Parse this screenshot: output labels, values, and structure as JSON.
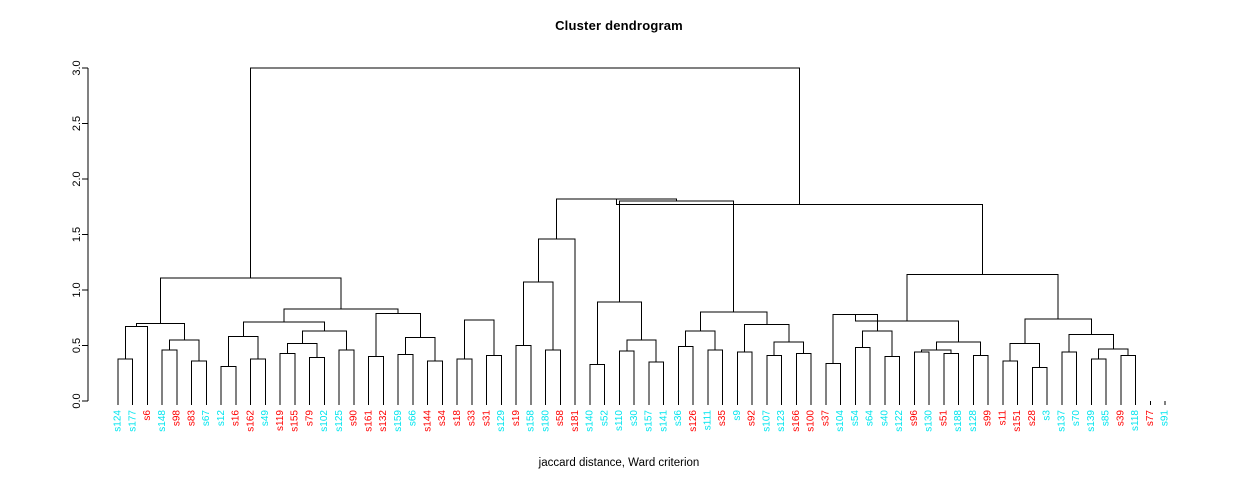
{
  "chart_data": {
    "type": "dendrogram",
    "title": "Cluster dendrogram",
    "xlabel": "jaccard distance, Ward criterion",
    "ylabel": "",
    "ylim": [
      0.0,
      3.0
    ],
    "yticks": [
      "0.0",
      "0.5",
      "1.0",
      "1.5",
      "2.0",
      "2.5",
      "3.0"
    ],
    "ytick_values": [
      0.0,
      0.5,
      1.0,
      1.5,
      2.0,
      2.5,
      3.0
    ],
    "grid": false,
    "legend": "none",
    "label_colors": {
      "group_a": "#00e5ee",
      "group_b": "#ff0000"
    },
    "leaves": [
      {
        "label": "s124",
        "color": "#00e5ee"
      },
      {
        "label": "s177",
        "color": "#00e5ee"
      },
      {
        "label": "s6",
        "color": "#ff0000"
      },
      {
        "label": "s148",
        "color": "#00e5ee"
      },
      {
        "label": "s98",
        "color": "#ff0000"
      },
      {
        "label": "s83",
        "color": "#ff0000"
      },
      {
        "label": "s67",
        "color": "#00e5ee"
      },
      {
        "label": "s12",
        "color": "#00e5ee"
      },
      {
        "label": "s16",
        "color": "#ff0000"
      },
      {
        "label": "s162",
        "color": "#ff0000"
      },
      {
        "label": "s49",
        "color": "#00e5ee"
      },
      {
        "label": "s119",
        "color": "#ff0000"
      },
      {
        "label": "s155",
        "color": "#ff0000"
      },
      {
        "label": "s79",
        "color": "#ff0000"
      },
      {
        "label": "s102",
        "color": "#00e5ee"
      },
      {
        "label": "s125",
        "color": "#00e5ee"
      },
      {
        "label": "s90",
        "color": "#ff0000"
      },
      {
        "label": "s161",
        "color": "#ff0000"
      },
      {
        "label": "s132",
        "color": "#ff0000"
      },
      {
        "label": "s159",
        "color": "#00e5ee"
      },
      {
        "label": "s66",
        "color": "#00e5ee"
      },
      {
        "label": "s144",
        "color": "#ff0000"
      },
      {
        "label": "s34",
        "color": "#ff0000"
      },
      {
        "label": "s18",
        "color": "#ff0000"
      },
      {
        "label": "s33",
        "color": "#ff0000"
      },
      {
        "label": "s31",
        "color": "#ff0000"
      },
      {
        "label": "s129",
        "color": "#00e5ee"
      },
      {
        "label": "s19",
        "color": "#ff0000"
      },
      {
        "label": "s158",
        "color": "#00e5ee"
      },
      {
        "label": "s180",
        "color": "#00e5ee"
      },
      {
        "label": "s58",
        "color": "#ff0000"
      },
      {
        "label": "s181",
        "color": "#ff0000"
      },
      {
        "label": "s140",
        "color": "#00e5ee"
      },
      {
        "label": "s52",
        "color": "#00e5ee"
      },
      {
        "label": "s110",
        "color": "#00e5ee"
      },
      {
        "label": "s30",
        "color": "#00e5ee"
      },
      {
        "label": "s157",
        "color": "#00e5ee"
      },
      {
        "label": "s141",
        "color": "#00e5ee"
      },
      {
        "label": "s36",
        "color": "#00e5ee"
      },
      {
        "label": "s126",
        "color": "#ff0000"
      },
      {
        "label": "s111",
        "color": "#00e5ee"
      },
      {
        "label": "s35",
        "color": "#ff0000"
      },
      {
        "label": "s9",
        "color": "#00e5ee"
      },
      {
        "label": "s92",
        "color": "#ff0000"
      },
      {
        "label": "s107",
        "color": "#00e5ee"
      },
      {
        "label": "s123",
        "color": "#00e5ee"
      },
      {
        "label": "s166",
        "color": "#ff0000"
      },
      {
        "label": "s100",
        "color": "#ff0000"
      },
      {
        "label": "s37",
        "color": "#ff0000"
      },
      {
        "label": "s104",
        "color": "#00e5ee"
      },
      {
        "label": "s54",
        "color": "#00e5ee"
      },
      {
        "label": "s64",
        "color": "#00e5ee"
      },
      {
        "label": "s40",
        "color": "#00e5ee"
      },
      {
        "label": "s122",
        "color": "#00e5ee"
      },
      {
        "label": "s96",
        "color": "#ff0000"
      },
      {
        "label": "s130",
        "color": "#00e5ee"
      },
      {
        "label": "s51",
        "color": "#ff0000"
      },
      {
        "label": "s188",
        "color": "#00e5ee"
      },
      {
        "label": "s128",
        "color": "#00e5ee"
      },
      {
        "label": "s99",
        "color": "#ff0000"
      },
      {
        "label": "s11",
        "color": "#ff0000"
      },
      {
        "label": "s151",
        "color": "#ff0000"
      },
      {
        "label": "s28",
        "color": "#ff0000"
      },
      {
        "label": "s3",
        "color": "#00e5ee"
      },
      {
        "label": "s137",
        "color": "#00e5ee"
      },
      {
        "label": "s70",
        "color": "#00e5ee"
      },
      {
        "label": "s139",
        "color": "#00e5ee"
      },
      {
        "label": "s85",
        "color": "#00e5ee"
      },
      {
        "label": "s39",
        "color": "#ff0000"
      },
      {
        "label": "s118",
        "color": "#00e5ee"
      },
      {
        "label": "s77",
        "color": "#ff0000"
      },
      {
        "label": "s91",
        "color": "#00e5ee"
      }
    ],
    "merges": [
      {
        "id": "m1",
        "a": "L0",
        "b": "L1",
        "height": 0.38
      },
      {
        "id": "m2",
        "a": "m1",
        "b": "L2",
        "height": 0.67
      },
      {
        "id": "m3",
        "a": "L3",
        "b": "L4",
        "height": 0.46
      },
      {
        "id": "m4",
        "a": "L5",
        "b": "L6",
        "height": 0.36
      },
      {
        "id": "m5",
        "a": "m3",
        "b": "m4",
        "height": 0.55
      },
      {
        "id": "m6",
        "a": "m2",
        "b": "m5",
        "height": 0.7
      },
      {
        "id": "m7",
        "a": "L7",
        "b": "L8",
        "height": 0.31
      },
      {
        "id": "m8",
        "a": "L9",
        "b": "L10",
        "height": 0.38
      },
      {
        "id": "m9",
        "a": "m7",
        "b": "m8",
        "height": 0.58
      },
      {
        "id": "m10",
        "a": "L11",
        "b": "L12",
        "height": 0.43
      },
      {
        "id": "m11",
        "a": "L13",
        "b": "L14",
        "height": 0.39
      },
      {
        "id": "m12",
        "a": "m10",
        "b": "m11",
        "height": 0.52
      },
      {
        "id": "m13",
        "a": "L15",
        "b": "L16",
        "height": 0.46
      },
      {
        "id": "m14",
        "a": "m12",
        "b": "m13",
        "height": 0.63
      },
      {
        "id": "m15",
        "a": "m9",
        "b": "m14",
        "height": 0.71
      },
      {
        "id": "m16",
        "a": "L17",
        "b": "L18",
        "height": 0.4
      },
      {
        "id": "m17",
        "a": "L19",
        "b": "L20",
        "height": 0.42
      },
      {
        "id": "m18",
        "a": "L21",
        "b": "L22",
        "height": 0.36
      },
      {
        "id": "m19",
        "a": "m17",
        "b": "m18",
        "height": 0.57
      },
      {
        "id": "m20",
        "a": "m16",
        "b": "m19",
        "height": 0.79
      },
      {
        "id": "m21",
        "a": "m15",
        "b": "m20",
        "height": 0.83
      },
      {
        "id": "m22",
        "a": "m6",
        "b": "m21",
        "height": 1.11
      },
      {
        "id": "m23",
        "a": "L23",
        "b": "L24",
        "height": 0.38
      },
      {
        "id": "m24",
        "a": "L25",
        "b": "L26",
        "height": 0.41
      },
      {
        "id": "m25",
        "a": "m23",
        "b": "m24",
        "height": 0.73
      },
      {
        "id": "m26",
        "a": "L27",
        "b": "L28",
        "height": 0.5
      },
      {
        "id": "m27",
        "a": "L29",
        "b": "L30",
        "height": 0.46
      },
      {
        "id": "m28",
        "a": "m26",
        "b": "m27",
        "height": 1.07
      },
      {
        "id": "m29",
        "a": "m28",
        "b": "L31",
        "height": 1.46
      },
      {
        "id": "m30",
        "a": "L32",
        "b": "L33",
        "height": 0.33
      },
      {
        "id": "m31",
        "a": "L34",
        "b": "L35",
        "height": 0.45
      },
      {
        "id": "m32",
        "a": "L36",
        "b": "L37",
        "height": 0.35
      },
      {
        "id": "m33",
        "a": "m31",
        "b": "m32",
        "height": 0.55
      },
      {
        "id": "m34",
        "a": "m30",
        "b": "m33",
        "height": 0.89
      },
      {
        "id": "m35",
        "a": "L38",
        "b": "L39",
        "height": 0.49
      },
      {
        "id": "m36",
        "a": "L40",
        "b": "L41",
        "height": 0.46
      },
      {
        "id": "m37",
        "a": "m35",
        "b": "m36",
        "height": 0.63
      },
      {
        "id": "m38",
        "a": "L42",
        "b": "L43",
        "height": 0.44
      },
      {
        "id": "m39",
        "a": "L44",
        "b": "L45",
        "height": 0.41
      },
      {
        "id": "m40",
        "a": "L46",
        "b": "L47",
        "height": 0.43
      },
      {
        "id": "m41",
        "a": "m39",
        "b": "m40",
        "height": 0.53
      },
      {
        "id": "m42",
        "a": "m38",
        "b": "m41",
        "height": 0.69
      },
      {
        "id": "m43",
        "a": "m37",
        "b": "m42",
        "height": 0.8
      },
      {
        "id": "m44",
        "a": "m34",
        "b": "m43",
        "height": 1.8
      },
      {
        "id": "m45",
        "a": "m29",
        "b": "m44",
        "height": 1.82
      },
      {
        "id": "m46",
        "a": "L48",
        "b": "L49",
        "height": 0.34
      },
      {
        "id": "m47",
        "a": "L50",
        "b": "L51",
        "height": 0.48
      },
      {
        "id": "m48",
        "a": "L52",
        "b": "L53",
        "height": 0.4
      },
      {
        "id": "m49",
        "a": "m47",
        "b": "m48",
        "height": 0.63
      },
      {
        "id": "m50",
        "a": "m46",
        "b": "m49",
        "height": 0.78
      },
      {
        "id": "m51",
        "a": "L54",
        "b": "L55",
        "height": 0.44
      },
      {
        "id": "m52",
        "a": "L56",
        "b": "L57",
        "height": 0.43
      },
      {
        "id": "m53",
        "a": "m51",
        "b": "m52",
        "height": 0.46
      },
      {
        "id": "m54",
        "a": "L58",
        "b": "L59",
        "height": 0.41
      },
      {
        "id": "m55",
        "a": "m53",
        "b": "m54",
        "height": 0.53
      },
      {
        "id": "m56",
        "a": "m50",
        "b": "m55",
        "height": 0.72
      },
      {
        "id": "m57",
        "a": "L60",
        "b": "L61",
        "height": 0.36
      },
      {
        "id": "m58",
        "a": "L62",
        "b": "L63",
        "height": 0.3
      },
      {
        "id": "m59",
        "a": "m57",
        "b": "m58",
        "height": 0.52
      },
      {
        "id": "m60",
        "a": "L64",
        "b": "L65",
        "height": 0.44
      },
      {
        "id": "m61",
        "a": "L66",
        "b": "L67",
        "height": 0.38
      },
      {
        "id": "m62",
        "a": "L68",
        "b": "L69",
        "height": 0.41
      },
      {
        "id": "m63",
        "a": "m61",
        "b": "m62",
        "height": 0.47
      },
      {
        "id": "m64",
        "a": "m60",
        "b": "m63",
        "height": 0.6
      },
      {
        "id": "m65",
        "a": "m59",
        "b": "m64",
        "height": 0.74
      },
      {
        "id": "m66",
        "a": "m56",
        "b": "m65",
        "height": 1.14
      },
      {
        "id": "m67",
        "a": "m45",
        "b": "m66",
        "height": 1.77
      },
      {
        "id": "m68",
        "a": "m22",
        "b": "m67",
        "height": 3.0
      }
    ]
  }
}
